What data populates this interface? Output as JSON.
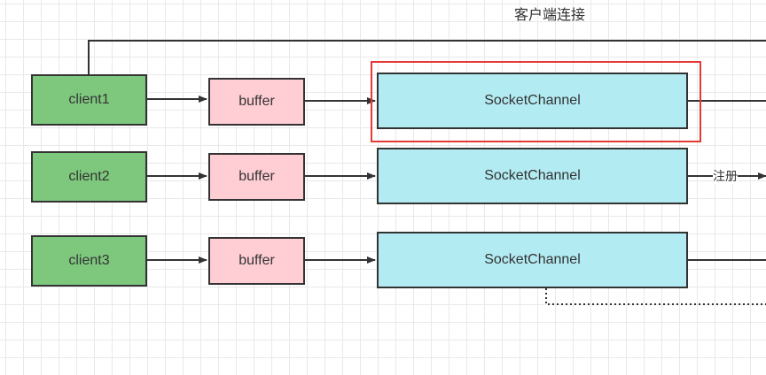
{
  "caption": "客户端连接",
  "edge_label": "注册",
  "rows": [
    {
      "client": "client1",
      "buffer": "buffer",
      "channel": "SocketChannel"
    },
    {
      "client": "client2",
      "buffer": "buffer",
      "channel": "SocketChannel"
    },
    {
      "client": "client3",
      "buffer": "buffer",
      "channel": "SocketChannel"
    }
  ],
  "colors": {
    "client_fill": "#7ec87e",
    "buffer_fill": "#ffcdd4",
    "channel_fill": "#b2ebf2",
    "highlight_border": "#e53935",
    "edge": "#333333"
  }
}
